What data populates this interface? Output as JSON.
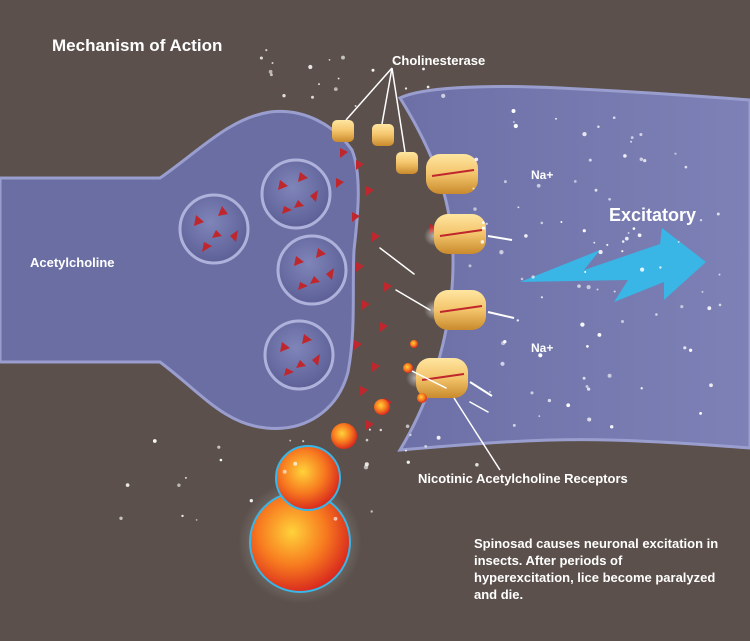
{
  "title": "Mechanism of Action",
  "labels": {
    "cholinesterase": "Cholinesterase",
    "acetylcholine": "Acetylcholine",
    "sodium_top": "Na+",
    "sodium_bottom": "Na+",
    "excitatory": "Excitatory",
    "receptors": "Nicotinic Acetylcholine Receptors"
  },
  "description": "Spinosad causes neuronal excitation in insects. After periods of hyperexcitation, lice become paralyzed and die.",
  "colors": {
    "background": "#5b504b",
    "neuron": "#6a6ea3",
    "neuron_light": "#8e92c4",
    "neurotransmitter": "#c0272d",
    "cholinesterase": "#f3c46b",
    "spinosad": "#f15a22",
    "signal": "#39b5e6",
    "label_text": "#ffffff"
  }
}
